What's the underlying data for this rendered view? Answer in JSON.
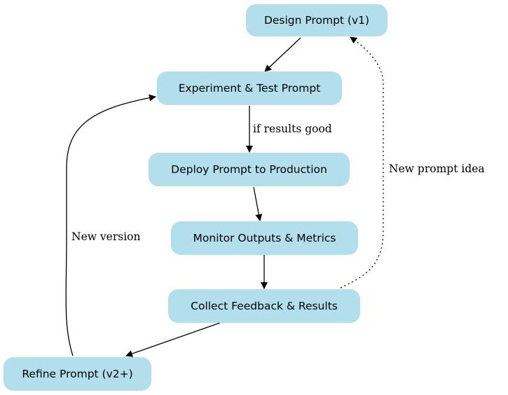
{
  "nodes": {
    "design": "Design Prompt (v1)",
    "experiment": "Experiment & Test Prompt",
    "deploy": "Deploy Prompt to Production",
    "monitor": "Monitor Outputs & Metrics",
    "collect": "Collect Feedback & Results",
    "refine": "Refine Prompt (v2+)"
  },
  "edges": {
    "experiment_to_deploy": "if results good",
    "collect_to_design": "New prompt idea",
    "refine_to_experiment": "New version"
  },
  "colors": {
    "node_fill": "#b3dfed",
    "edge": "#000000"
  }
}
